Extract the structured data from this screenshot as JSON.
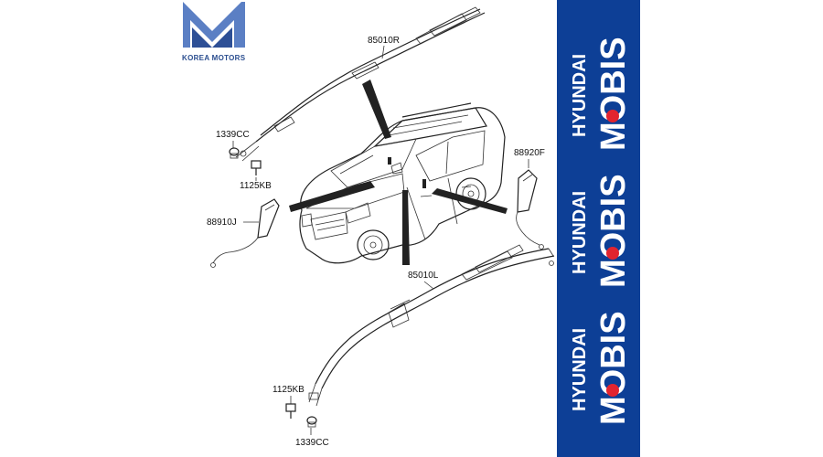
{
  "brand": {
    "logo_text": "KOREA MOTORS",
    "logo_color": "#3b5fa6"
  },
  "part_labels": {
    "top_airbag": "85010R",
    "bottom_airbag": "85010L",
    "right_side": "88920F",
    "left_side": "88910J",
    "clip_top": "1339CC",
    "bolt_top": "1125KB",
    "bolt_bottom": "1125KB",
    "clip_bottom": "1339CC"
  },
  "side_banner": {
    "background": "#0d3f96",
    "accent": "#e2242f",
    "repeats": [
      {
        "top": "HYUNDAI",
        "bottom": "MOBIS"
      },
      {
        "top": "HYUNDAI",
        "bottom": "MOBIS"
      },
      {
        "top": "HYUNDAI",
        "bottom": "MOBIS"
      }
    ]
  }
}
